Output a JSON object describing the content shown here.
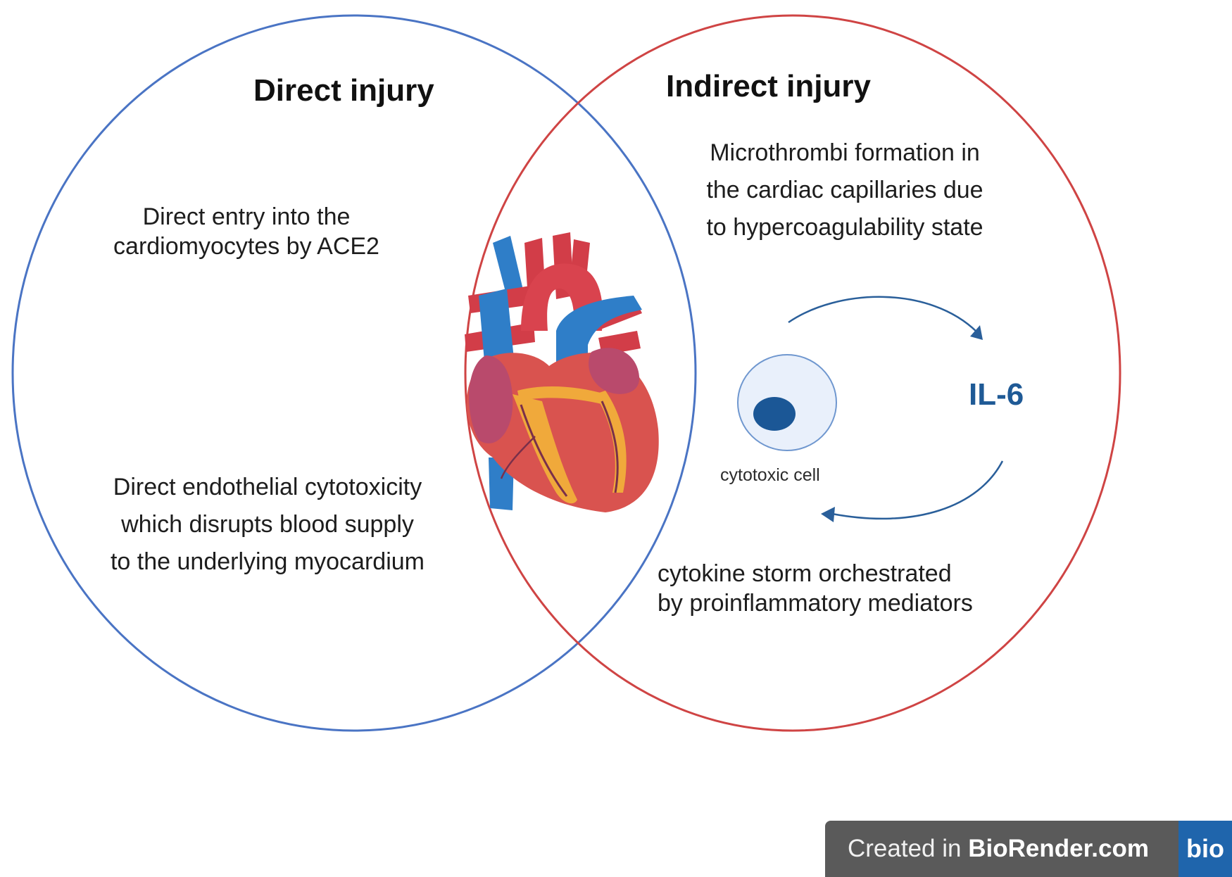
{
  "direct": {
    "heading": "Direct injury",
    "entry_lines": [
      "Direct entry into the",
      "cardiomyocytes by ACE2"
    ],
    "endothelial_lines": [
      "Direct endothelial cytotoxicity",
      "which disrupts blood supply",
      "to the underlying myocardium"
    ]
  },
  "indirect": {
    "heading": "Indirect injury",
    "microthrombi_lines": [
      "Microthrombi formation in",
      "the cardiac capillaries due",
      "to hypercoagulability state"
    ],
    "cytokine_lines": [
      "cytokine storm orchestrated",
      "by proinflammatory mediators"
    ],
    "il6_label": "IL-6",
    "cell_label": "cytotoxic cell"
  },
  "center_icon": "heart-illustration",
  "footer": {
    "created_in": "Created in ",
    "brand": "BioRender.com",
    "logo": "bio"
  },
  "colors": {
    "direct_circle": "#4a74c4",
    "indirect_circle": "#cf4444",
    "accent_blue": "#1f5a96"
  }
}
